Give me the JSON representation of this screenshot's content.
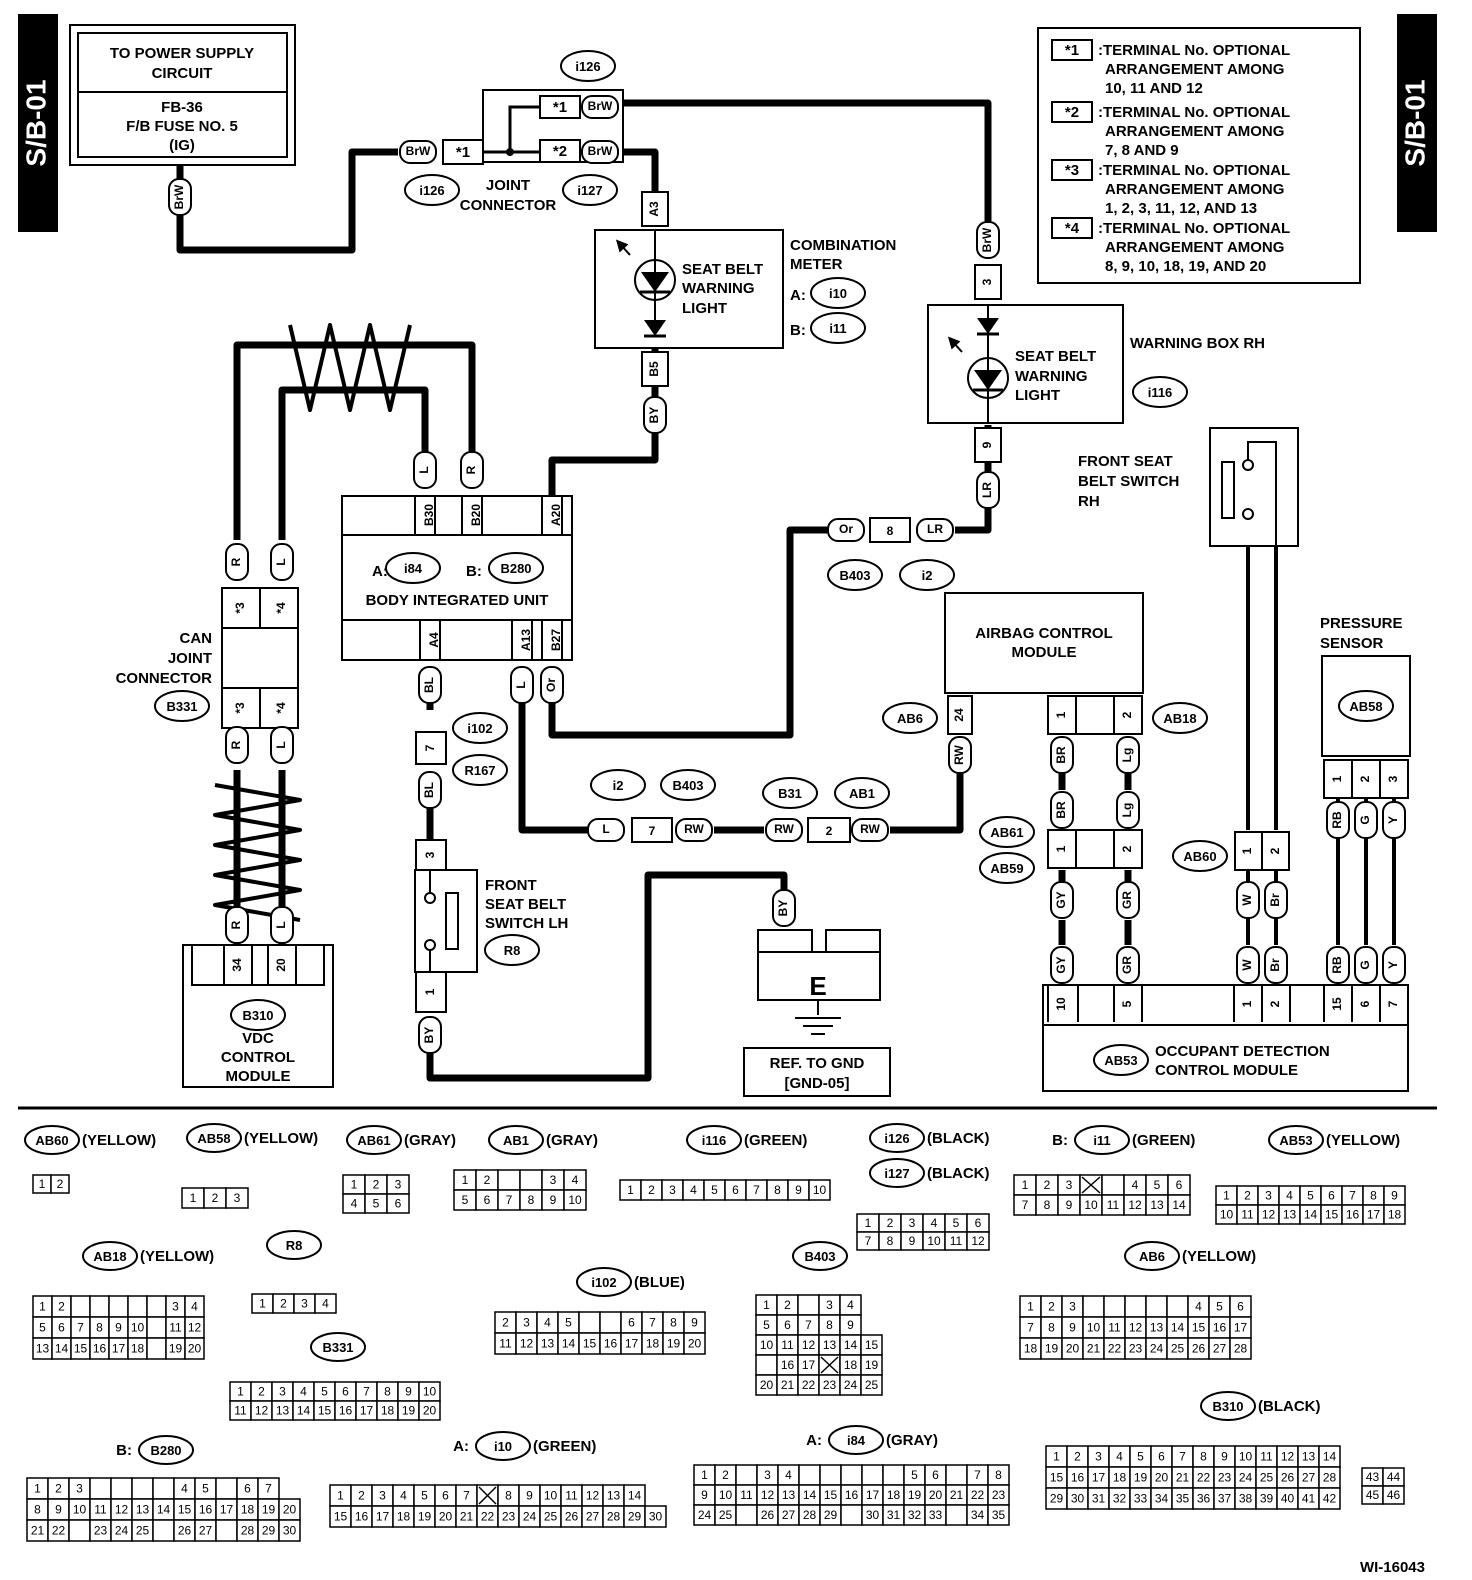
{
  "side_tab": "S/B-01",
  "figure_id": "WI-16043",
  "power_supply": {
    "title": [
      "TO POWER SUPPLY",
      "CIRCUIT"
    ],
    "fuse": [
      "FB-36",
      "F/B FUSE NO. 5",
      "(IG)"
    ]
  },
  "notes": [
    {
      "mark": "*1",
      "lines": [
        ":TERMINAL No. OPTIONAL",
        "ARRANGEMENT AMONG",
        "10, 11  AND 12"
      ]
    },
    {
      "mark": "*2",
      "lines": [
        ":TERMINAL No. OPTIONAL",
        "ARRANGEMENT AMONG",
        "7, 8  AND 9"
      ]
    },
    {
      "mark": "*3",
      "lines": [
        ":TERMINAL No. OPTIONAL",
        "ARRANGEMENT AMONG",
        "1, 2, 3, 11, 12,   AND 13"
      ]
    },
    {
      "mark": "*4",
      "lines": [
        ":TERMINAL No. OPTIONAL",
        "ARRANGEMENT AMONG",
        "8, 9, 10, 18, 19,   AND 20"
      ]
    }
  ],
  "components": {
    "joint_connector": [
      "JOINT",
      "CONNECTOR"
    ],
    "combination_meter": [
      "COMBINATION",
      "METER"
    ],
    "meter_a": "A:",
    "meter_b": "B:",
    "seat_belt_light": [
      "SEAT BELT",
      "WARNING",
      "LIGHT"
    ],
    "warning_box_rh": "WARNING BOX RH",
    "front_seat_belt_switch_rh": [
      "FRONT SEAT",
      "BELT SWITCH",
      "RH"
    ],
    "body_integrated_unit": "BODY INTEGRATED UNIT",
    "biu_a": "A:",
    "biu_b": "B:",
    "can_joint_connector": [
      "CAN",
      "JOINT",
      "CONNECTOR"
    ],
    "airbag_control_module": [
      "AIRBAG CONTROL",
      "MODULE"
    ],
    "pressure_sensor": [
      "PRESSURE",
      "SENSOR"
    ],
    "front_seat_belt_switch_lh": [
      "FRONT",
      "SEAT BELT",
      "SWITCH LH"
    ],
    "vdc_control_module": [
      "VDC",
      "CONTROL",
      "MODULE"
    ],
    "ground_letter": "E",
    "ground_ref": [
      "REF. TO GND",
      "[GND-05]"
    ],
    "occupant_detection": [
      "OCCUPANT DETECTION",
      "CONTROL MODULE"
    ]
  },
  "connector_ids": {
    "i126": "i126",
    "i127": "i127",
    "i10": "i10",
    "i11": "i11",
    "i116": "i116",
    "i84": "i84",
    "B280": "B280",
    "B403": "B403",
    "i2": "i2",
    "B331": "B331",
    "AB6": "AB6",
    "AB18": "AB18",
    "AB58": "AB58",
    "i102": "i102",
    "R167": "R167",
    "B31": "B31",
    "AB1": "AB1",
    "AB61": "AB61",
    "AB59": "AB59",
    "AB60": "AB60",
    "R8": "R8",
    "B310": "B310",
    "AB53": "AB53"
  },
  "wire_colors": {
    "BrW": "BrW",
    "BY": "BY",
    "L": "L",
    "R": "R",
    "BL": "BL",
    "Or": "Or",
    "LR": "LR",
    "RW": "RW",
    "BR": "BR",
    "Lg": "Lg",
    "GY": "GY",
    "GR": "GR",
    "W": "W",
    "Br": "Br",
    "RB": "RB",
    "G": "G",
    "Y": "Y"
  },
  "terminals": {
    "s1": "*1",
    "s2": "*2",
    "s3": "*3",
    "s4": "*4",
    "A3": "A3",
    "B5": "B5",
    "t3": "3",
    "t9": "9",
    "t8": "8",
    "B30": "B30",
    "B20": "B20",
    "A20": "A20",
    "A4": "A4",
    "A13": "A13",
    "B27": "B27",
    "t7": "7",
    "t2": "2",
    "t24": "24",
    "t1": "1",
    "t34": "34",
    "t20": "20",
    "t10": "10",
    "t5": "5",
    "t15": "15",
    "t6": "6"
  },
  "legend": {
    "AB60": {
      "id": "AB60",
      "color": "(YELLOW)"
    },
    "AB58": {
      "id": "AB58",
      "color": "(YELLOW)"
    },
    "AB61": {
      "id": "AB61",
      "color": "(GRAY)"
    },
    "AB1": {
      "id": "AB1",
      "color": "(GRAY)"
    },
    "i116": {
      "id": "i116",
      "color": "(GREEN)"
    },
    "i126": {
      "id": "i126",
      "color": "(BLACK)"
    },
    "i127": {
      "id": "i127",
      "color": "(BLACK)"
    },
    "i11": {
      "prefix": "B:",
      "id": "i11",
      "color": "(GREEN)"
    },
    "AB53": {
      "id": "AB53",
      "color": "(YELLOW)"
    },
    "AB18": {
      "id": "AB18",
      "color": "(YELLOW)"
    },
    "R8": {
      "id": "R8",
      "color": ""
    },
    "i102": {
      "id": "i102",
      "color": "(BLUE)"
    },
    "B403": {
      "id": "B403",
      "color": ""
    },
    "AB6": {
      "id": "AB6",
      "color": "(YELLOW)"
    },
    "B331": {
      "id": "B331",
      "color": ""
    },
    "B310": {
      "id": "B310",
      "color": "(BLACK)"
    },
    "B280": {
      "prefix": "B:",
      "id": "B280",
      "color": ""
    },
    "i10": {
      "prefix": "A:",
      "id": "i10",
      "color": "(GREEN)"
    },
    "i84": {
      "prefix": "A:",
      "id": "i84",
      "color": "(GRAY)"
    }
  }
}
